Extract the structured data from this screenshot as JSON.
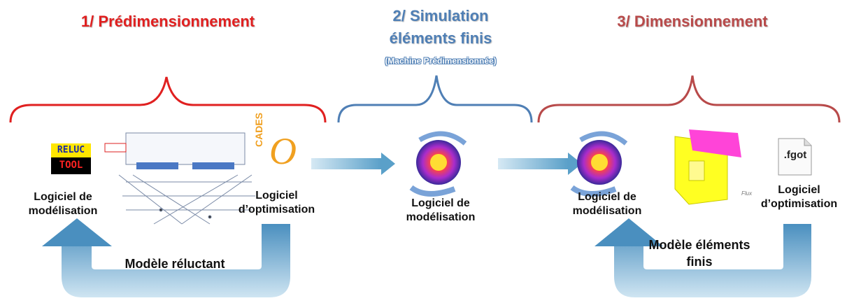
{
  "steps": [
    {
      "title": "1/ Prédimensionnement",
      "color": "#e02020"
    },
    {
      "title_line1": "2/ Simulation",
      "title_line2": "éléments finis",
      "subtitle": "(Machine Prédimensionnée)",
      "color": "#4f7fb5"
    },
    {
      "title": "3/ Dimensionnement",
      "color": "#b84a4a"
    }
  ],
  "labels": {
    "modelisation_1": "Logiciel de modélisation",
    "optimisation_1": "Logiciel d’optimisation",
    "modelisation_2_line1": "Logiciel de",
    "modelisation_2_line2": "modélisation",
    "modelisation_3": "Logiciel de modélisation",
    "optimisation_3": "Logiciel d’optimisation"
  },
  "loops": {
    "left": "Modèle réluctant",
    "right_line1": "Modèle éléments",
    "right_line2": "finis"
  },
  "logos": {
    "reluc": "RELUC",
    "tool": "TOOL",
    "cades": "CADES",
    "cades_o": "O",
    "fgot": ".fgot",
    "flux": "Flux"
  }
}
